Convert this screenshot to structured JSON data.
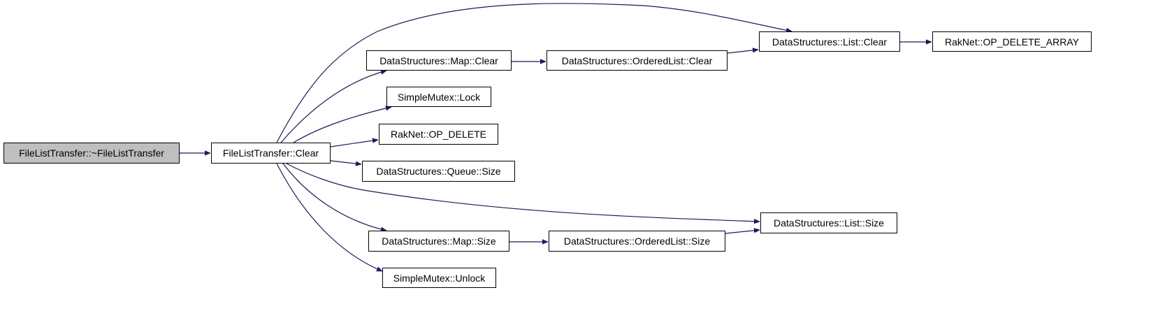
{
  "colors": {
    "edge": "#191970",
    "root_fill": "#bfbfbf",
    "node_border": "#000000"
  },
  "nodes": {
    "root": "FileListTransfer::~FileListTransfer",
    "flt_clear": "FileListTransfer::Clear",
    "map_clear": "DataStructures::Map::Clear",
    "ol_clear": "DataStructures::OrderedList::Clear",
    "list_clear": "DataStructures::List::Clear",
    "op_delete_array": "RakNet::OP_DELETE_ARRAY",
    "mutex_lock": "SimpleMutex::Lock",
    "op_delete": "RakNet::OP_DELETE",
    "queue_size": "DataStructures::Queue::Size",
    "list_size": "DataStructures::List::Size",
    "map_size": "DataStructures::Map::Size",
    "ol_size": "DataStructures::OrderedList::Size",
    "mutex_unlock": "SimpleMutex::Unlock"
  },
  "edges": [
    [
      "root",
      "flt_clear"
    ],
    [
      "flt_clear",
      "list_clear"
    ],
    [
      "flt_clear",
      "map_clear"
    ],
    [
      "flt_clear",
      "mutex_lock"
    ],
    [
      "flt_clear",
      "op_delete"
    ],
    [
      "flt_clear",
      "queue_size"
    ],
    [
      "flt_clear",
      "list_size"
    ],
    [
      "flt_clear",
      "map_size"
    ],
    [
      "flt_clear",
      "mutex_unlock"
    ],
    [
      "map_clear",
      "ol_clear"
    ],
    [
      "ol_clear",
      "list_clear"
    ],
    [
      "list_clear",
      "op_delete_array"
    ],
    [
      "map_size",
      "ol_size"
    ],
    [
      "ol_size",
      "list_size"
    ]
  ]
}
